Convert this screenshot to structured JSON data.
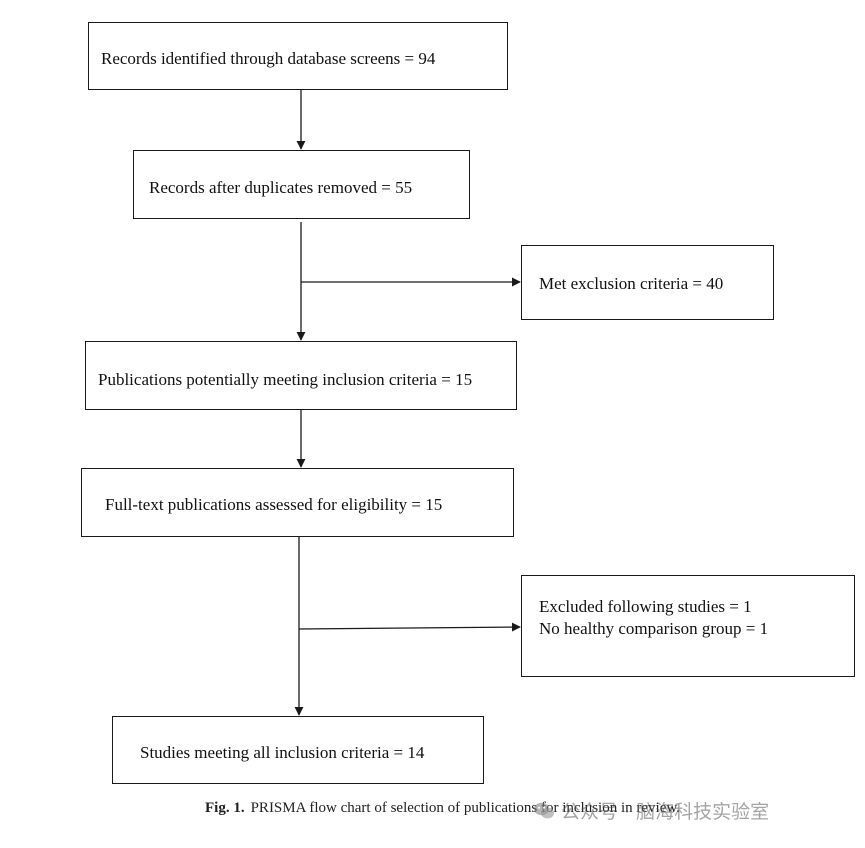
{
  "boxes": {
    "identified": "Records identified through database screens = 94",
    "duplicates_removed": "Records after duplicates removed = 55",
    "met_exclusion": "Met exclusion criteria = 40",
    "potentially_meeting": "Publications potentially meeting inclusion criteria = 15",
    "full_text_assessed": "Full-text publications assessed for eligibility = 15",
    "excluded_studies": [
      "Excluded following studies = 1",
      "No healthy comparison group = 1"
    ],
    "final_included": "Studies meeting all inclusion criteria = 14"
  },
  "caption": {
    "label": "Fig. 1.",
    "text": "PRISMA flow chart of selection of publications for inclusion in review."
  },
  "watermark": {
    "text": "公众号 · 脑海科技实验室",
    "icon": "wechat-icon"
  },
  "colors": {
    "line": "#1a1a1a",
    "watermark": "#7a7a7a"
  }
}
